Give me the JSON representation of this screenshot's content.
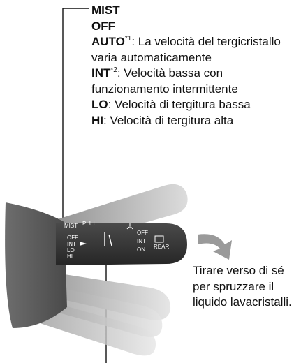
{
  "legend": {
    "mist": "MIST",
    "off": "OFF",
    "auto": {
      "label": "AUTO",
      "note": "*1",
      "desc": ": La velocità del tergicristallo varia automaticamente"
    },
    "int": {
      "label": "INT",
      "note": "*2",
      "desc": ": Velocità bassa con funzionamento intermittente"
    },
    "lo": {
      "label": "LO",
      "desc": ": Velocità di tergitura bassa"
    },
    "hi": {
      "label": "HI",
      "desc": ": Velocità di tergitura alta"
    }
  },
  "side_note": "Tirare verso di sé per spruzzare il liquido lavacristalli.",
  "stalk_marks": {
    "mist": "MIST",
    "pull": "PULL",
    "off": "OFF",
    "int": "INT",
    "lo": "LO",
    "hi": "HI",
    "rear_off": "OFF",
    "rear_int": "INT",
    "rear_on": "ON",
    "rear": "REAR"
  },
  "colors": {
    "stalk": "#3a3a3a",
    "ghost": "#a9a9a9",
    "arrow": "#9a9a9a",
    "leader": "#111111"
  }
}
